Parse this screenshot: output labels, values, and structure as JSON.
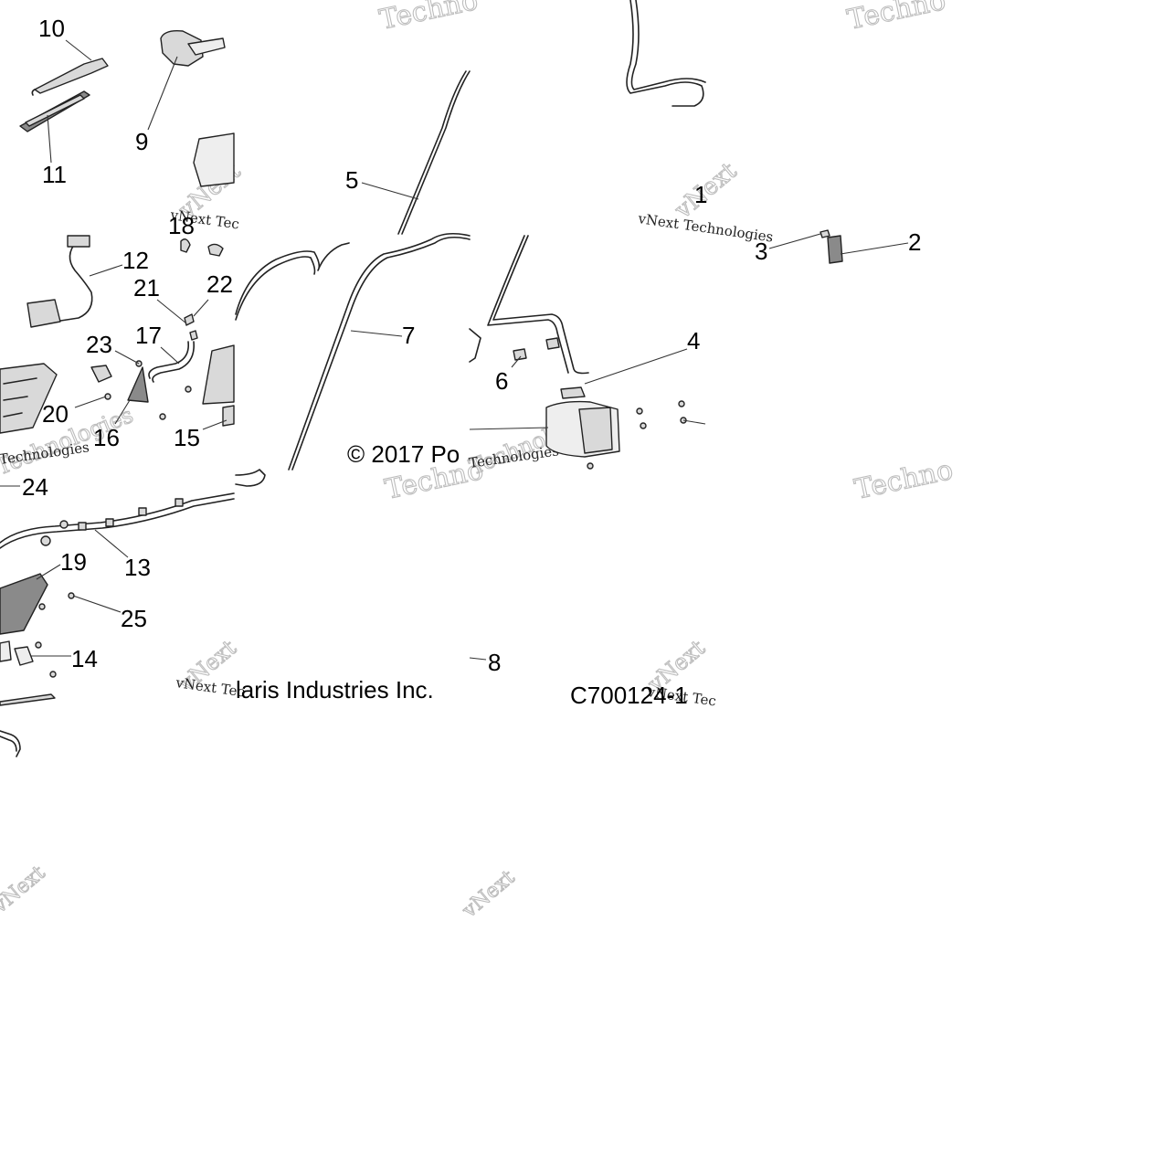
{
  "callouts": {
    "c1": "1",
    "c2": "2",
    "c3": "3",
    "c4": "4",
    "c5": "5",
    "c6": "6",
    "c7": "7",
    "c8": "8",
    "c9": "9",
    "c10": "10",
    "c11": "11",
    "c12": "12",
    "c13": "13",
    "c14": "14",
    "c15": "15",
    "c16": "16",
    "c17": "17",
    "c18": "18",
    "c19": "19",
    "c20": "20",
    "c21": "21",
    "c22": "22",
    "c23": "23",
    "c24": "24",
    "c25": "25"
  },
  "caption": {
    "copyright_left": "© 2017 Po",
    "copyright_right": "laris Industries Inc.",
    "part_code": "C700124-1"
  },
  "watermarks": {
    "techno_a": "Techno",
    "techno_b": "Technologies",
    "vnext_a": "vNext Tec",
    "vnext_b": "vNext Technologies",
    "vnext_c": "vNext",
    "techno_c": "Technologies"
  }
}
